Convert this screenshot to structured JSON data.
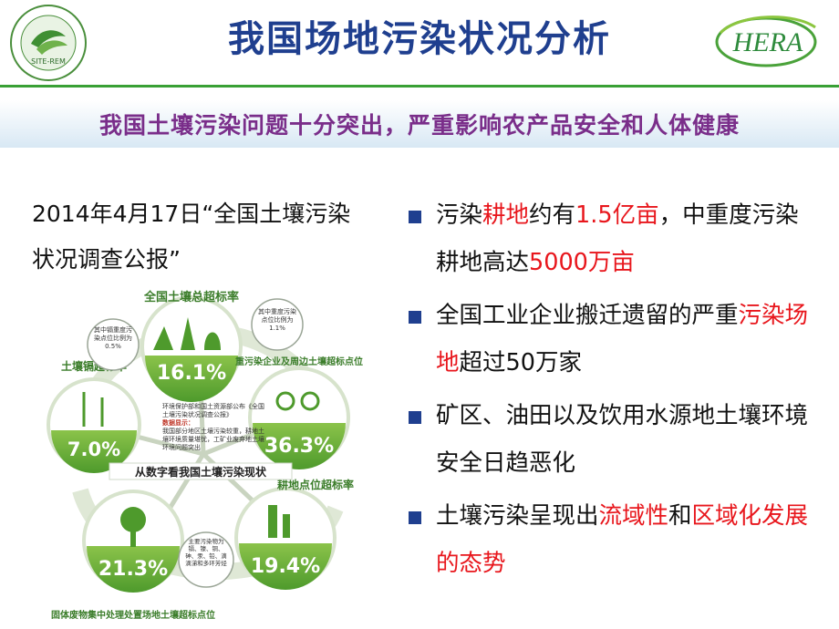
{
  "header": {
    "title": "我国场地污染状况分析",
    "logo_left_text": "SITE-REM",
    "logo_right_text": "HERA"
  },
  "subtitle": "我国土壤污染问题十分突出，严重影响农产品安全和人体健康",
  "source_text": "2014年4月17日“全国土壤污染状况调查公报”",
  "bullets": [
    {
      "segments": [
        {
          "text": "污染",
          "hl": false
        },
        {
          "text": "耕地",
          "hl": true
        },
        {
          "text": "约有",
          "hl": false
        },
        {
          "text": "1.5亿亩",
          "hl": true
        },
        {
          "text": "，中重度污染耕地高达",
          "hl": false
        },
        {
          "text": "5000万亩",
          "hl": true
        }
      ]
    },
    {
      "segments": [
        {
          "text": "全国工业企业搬迁遗留的严重",
          "hl": false
        },
        {
          "text": "污染场地",
          "hl": true
        },
        {
          "text": "超过50万家",
          "hl": false
        }
      ]
    },
    {
      "segments": [
        {
          "text": "矿区、油田以及饮用水源地土壤环境安全日趋恶化",
          "hl": false
        }
      ]
    },
    {
      "segments": [
        {
          "text": "土壤污染呈现出",
          "hl": false
        },
        {
          "text": "流域性",
          "hl": true
        },
        {
          "text": "和",
          "hl": false
        },
        {
          "text": "区域化发展的态势",
          "hl": true
        }
      ]
    }
  ],
  "infographic": {
    "center_title": "从数字看我国土壤污染现状",
    "center_note": "环境保护部和国土资源部公布《全国土壤污染状况调查公报》",
    "center_heading": "数据显示：",
    "center_body": "我国部分地区土壤污染较重，耕地土壤环境质量堪忧，工矿业废弃地土壤环境问题突出",
    "circles": [
      {
        "label": "全国土壤总超标率",
        "value": "16.1%"
      },
      {
        "label": "重污染企业及周边土壤超标点位",
        "value": "36.3%"
      },
      {
        "label": "耕地点位超标率",
        "value": "19.4%"
      },
      {
        "label": "固体废物集中处理处置场地土壤超标点位",
        "value": "21.3%"
      },
      {
        "label": "土壤镉超标率",
        "value": "7.0%"
      }
    ],
    "bubbles": [
      {
        "text": "其中重度污染点位比例为1.1%"
      },
      {
        "text": "其中镉重度污染点位比例为0.5%"
      },
      {
        "text": "主要污染物为镉、镍、铜、砷、汞、铅、滴滴涕和多环芳烃"
      }
    ]
  }
}
